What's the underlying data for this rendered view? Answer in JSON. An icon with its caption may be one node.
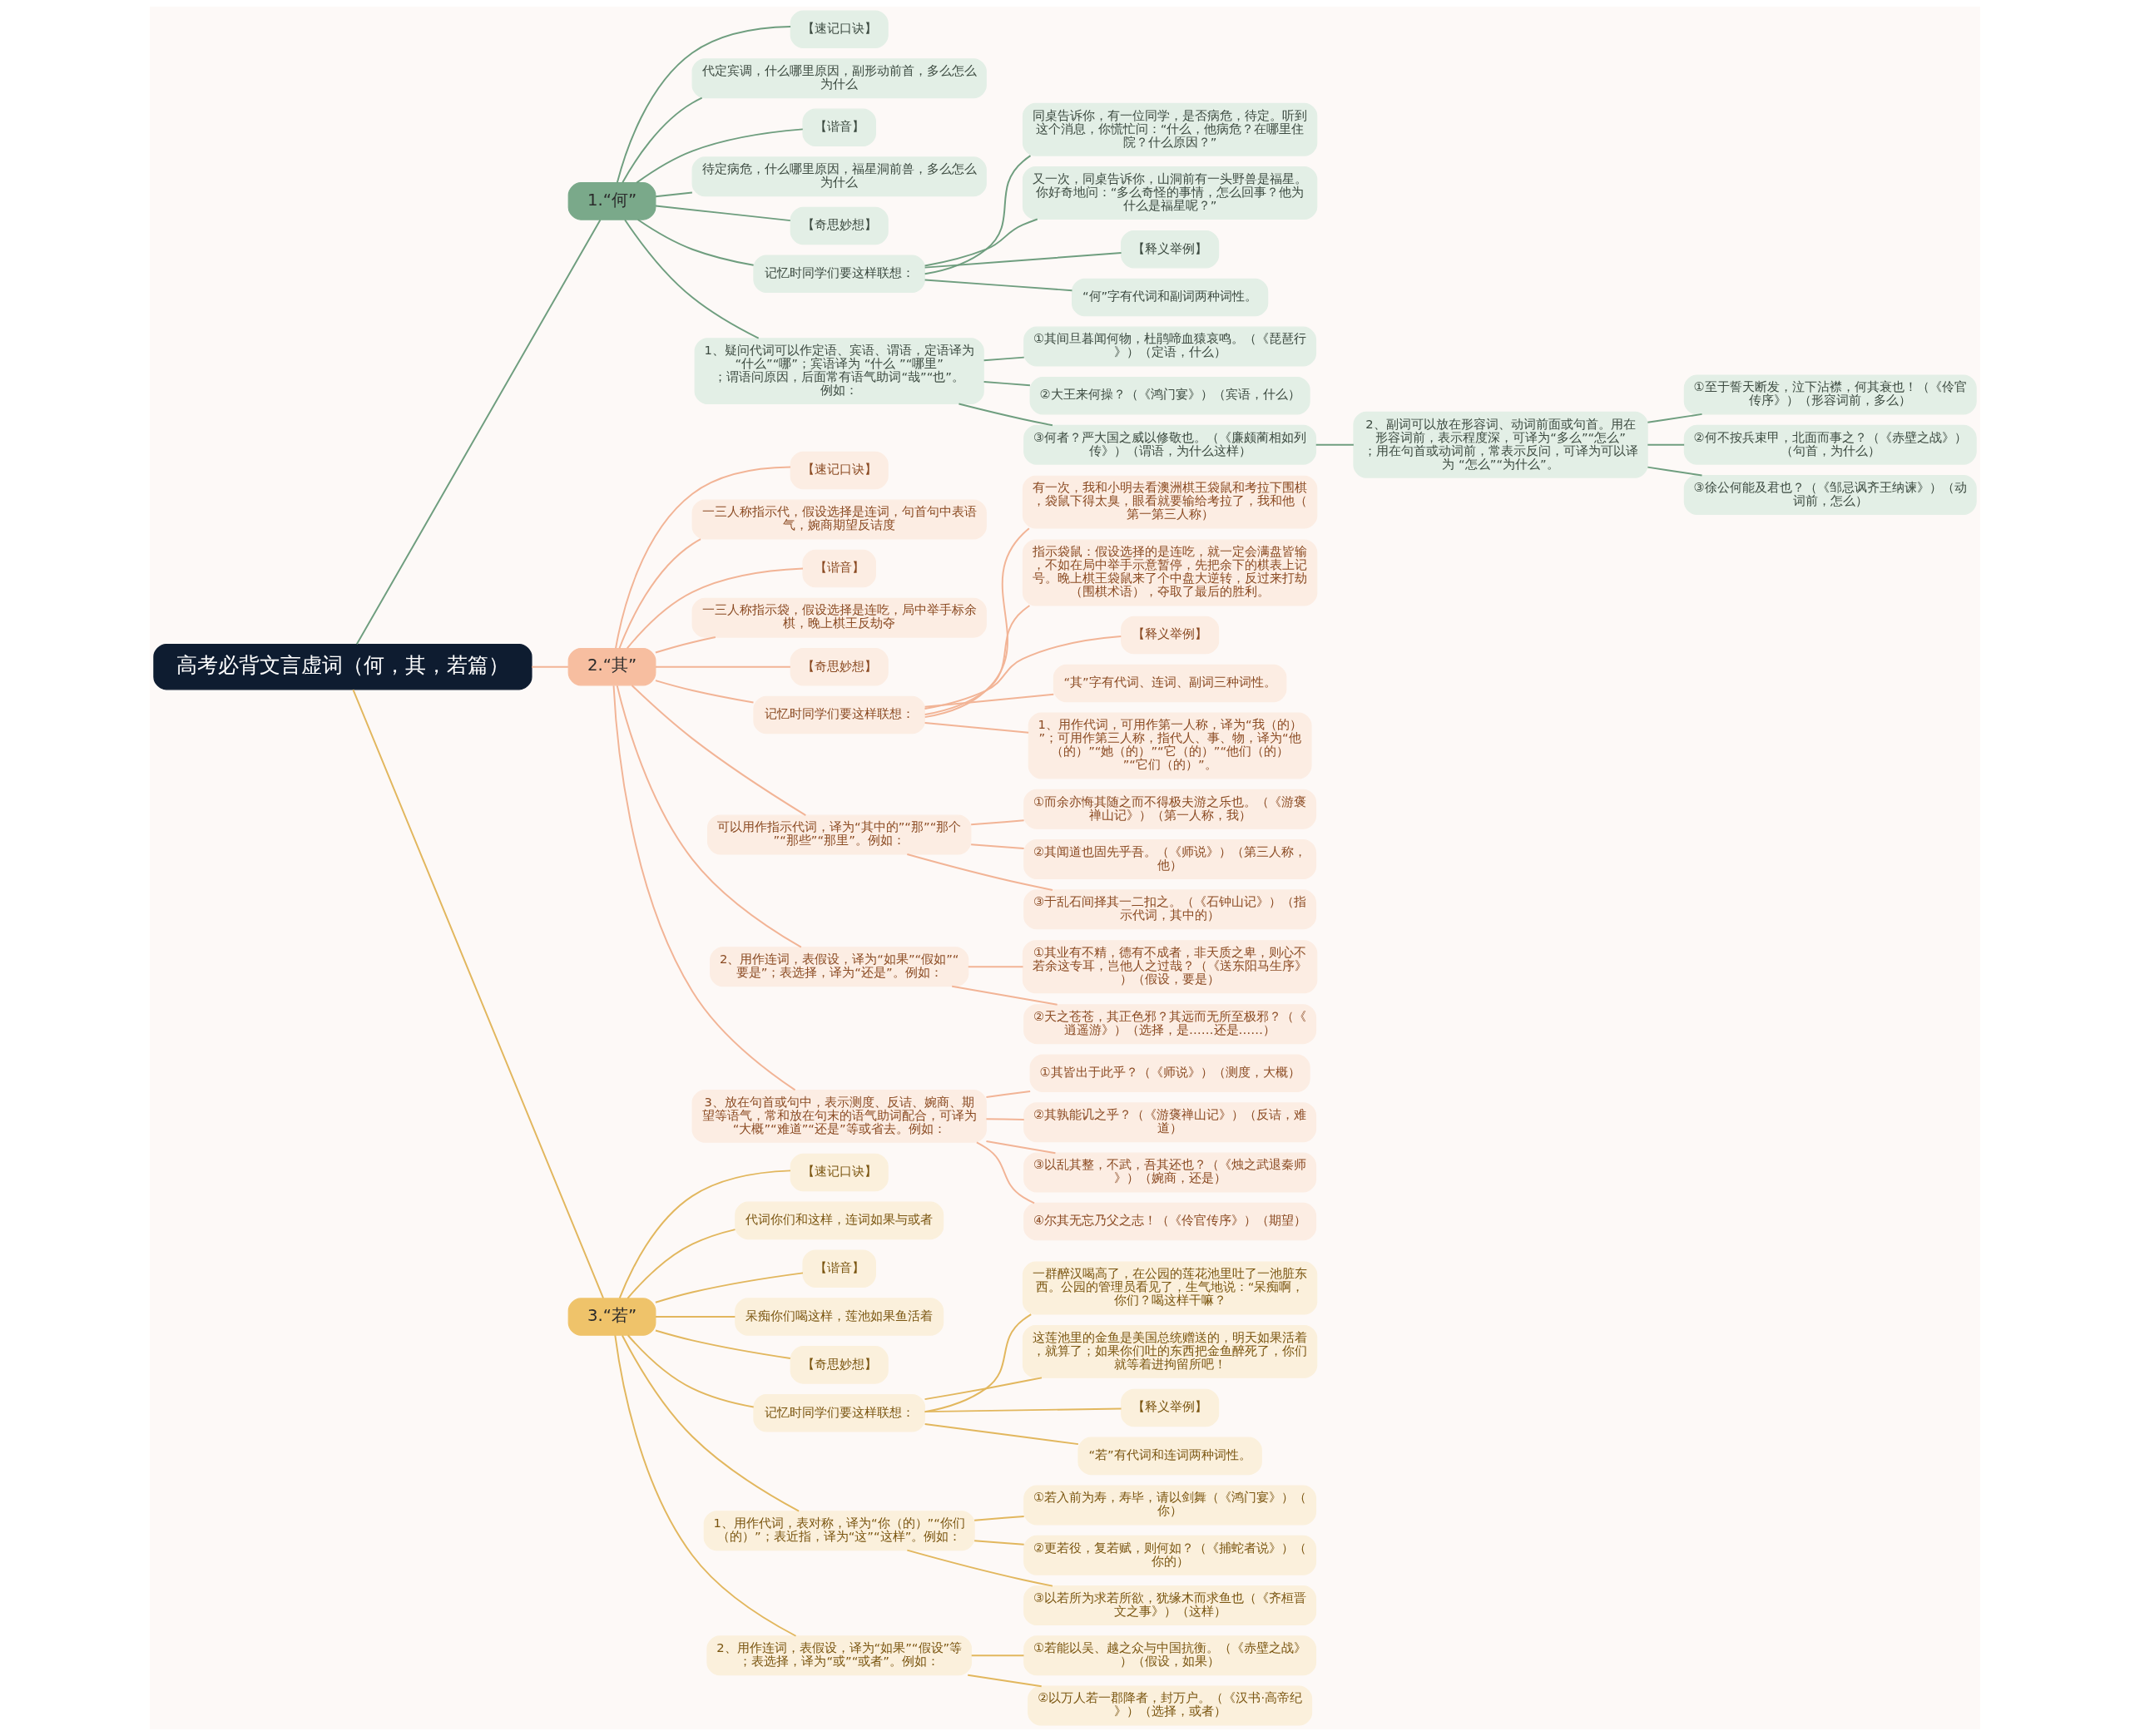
{
  "diagram": {
    "nodes": [
      {
        "text": [
          "高考必背文言虚词（何，其，若篇）"
        ]
      },
      {
        "text": [
          "1.“何”"
        ]
      },
      {
        "text": [
          "【速记口诀】"
        ]
      },
      {
        "text": [
          "代定宾调，什么哪里原因，副形动前首，多么怎么为什么"
        ]
      },
      {
        "text": [
          "【谐音】"
        ]
      },
      {
        "text": [
          "待定病危，什么哪里原因，福星洞前兽，多么怎么为什么"
        ]
      },
      {
        "text": [
          "【奇思妙想】"
        ]
      },
      {
        "text": [
          "记忆时同学们要这样联想："
        ]
      },
      {
        "text": [
          "同桌告诉你，有一位同学，是否病危，待定。听到这个消息，你慌忙问：“什么，他病危？在哪里住院？什么原因？”"
        ]
      },
      {
        "text": [
          "又一次，同桌告诉你，山洞前有一头野兽是福星。你好奇地问：“多么奇怪的事情，怎么回事？他为什么是福星呢？”"
        ]
      },
      {
        "text": [
          "【释义举例】"
        ]
      },
      {
        "text": [
          "“何”字有代词和副词两种词性。"
        ]
      },
      {
        "text": [
          "1、疑问代词可以作定语、宾语、谓语，定语译为“什么”“哪”；宾语译为 “什么 ”“哪里”；谓语问原因，后面常有语气助词“哉”“也”。例如："
        ]
      },
      {
        "text": [
          "①其间旦暮闻何物，杜鹃啼血猿哀鸣。（《琵琶行》）（定语，什么）"
        ]
      },
      {
        "text": [
          "②大王来何操？（《鸿门宴》）（宾语，什么）"
        ]
      },
      {
        "text": [
          "③何者？严大国之威以修敬也。（《廉颇蔺相如列传》）（谓语，为什么这样）"
        ]
      },
      {
        "text": [
          "2、副词可以放在形容词、动词前面或句首。用在形容词前，表示程度深，可译为“多么”“怎么”；用在句首或动词前，常表示反问，可译为可以译为 “怎么”“为什么”。"
        ]
      },
      {
        "text": [
          "①至于誓天断发，泣下沾襟，何其衰也！（《伶官传序》）（形容词前，多么）"
        ]
      },
      {
        "text": [
          "②何不按兵束甲，北面而事之？（《赤壁之战》）（句首，为什么）"
        ]
      },
      {
        "text": [
          "③徐公何能及君也？（《邹忌讽齐王纳谏》）（动词前，怎么）"
        ]
      },
      {
        "text": [
          "2.“其”"
        ]
      },
      {
        "text": [
          "【速记口诀】"
        ]
      },
      {
        "text": [
          "一三人称指示代，假设选择是连词，句首句中表语气，婉商期望反诘度"
        ]
      },
      {
        "text": [
          "【谐音】"
        ]
      },
      {
        "text": [
          "一三人称指示袋，假设选择是连吃，局中举手标余棋，晚上棋王反劫夺"
        ]
      },
      {
        "text": [
          "【奇思妙想】"
        ]
      },
      {
        "text": [
          "记忆时同学们要这样联想："
        ]
      },
      {
        "text": [
          "有一次，我和小明去看澳洲棋王袋鼠和考拉下围棋，袋鼠下得太臭，眼看就要输给考拉了，我和他（第一第三人称）"
        ]
      },
      {
        "text": [
          "指示袋鼠：假设选择的是连吃，就一定会满盘皆输，不如在局中举手示意暂停，先把余下的棋表上记号。晚上棋王袋鼠来了个中盘大逆转，反过来打劫（围棋术语），夺取了最后的胜利。"
        ]
      },
      {
        "text": [
          "【释义举例】"
        ]
      },
      {
        "text": [
          "“其”字有代词、连词、副词三种词性。"
        ]
      },
      {
        "text": [
          "1、用作代词，可用作第一人称，译为“我（的）”；可用作第三人称，指代人、事、物，译为“他（的）”“她（的）”“它（的）”“他们（的）”“它们（的）”。"
        ]
      },
      {
        "text": [
          "可以用作指示代词，译为“其中的”“那”“那个”“那些”“那里”。例如："
        ]
      },
      {
        "text": [
          "①而余亦悔其随之而不得极夫游之乐也。（《游褒禅山记》）（第一人称，我）"
        ]
      },
      {
        "text": [
          "②其闻道也固先乎吾。（《师说》）（第三人称，他）"
        ]
      },
      {
        "text": [
          "③于乱石间择其一二扣之。（《石钟山记》）（指示代词，其中的）"
        ]
      },
      {
        "text": [
          "2、用作连词，表假设，译为“如果”“假如”“要是”；表选择，译为“还是”。例如："
        ]
      },
      {
        "text": [
          "①其业有不精，德有不成者，非天质之卑，则心不若余这专耳，岂他人之过哉？（《送东阳马生序》）（假设，要是）"
        ]
      },
      {
        "text": [
          "②天之苍苍，其正色邪？其远而无所至极邪？（《逍遥游》）（选择，是……还是……）"
        ]
      },
      {
        "text": [
          "3、放在句首或句中，表示测度、反诘、婉商、期望等语气，常和放在句末的语气助词配合，可译为“大概”“难道”“还是”等或省去。例如："
        ]
      },
      {
        "text": [
          "①其皆出于此乎？（《师说》）（测度，大概）"
        ]
      },
      {
        "text": [
          "②其孰能讥之乎？（《游褒禅山记》）（反诘，难道）"
        ]
      },
      {
        "text": [
          "③以乱其整，不武，吾其还也？（《烛之武退秦师》）（婉商，还是）"
        ]
      },
      {
        "text": [
          "④尔其无忘乃父之志！（《伶官传序》）（期望）"
        ]
      },
      {
        "text": [
          "3.“若”"
        ]
      },
      {
        "text": [
          "【速记口诀】"
        ]
      },
      {
        "text": [
          "代词你们和这样，连词如果与或者"
        ]
      },
      {
        "text": [
          "【谐音】"
        ]
      },
      {
        "text": [
          "呆痴你们喝这样，莲池如果鱼活着"
        ]
      },
      {
        "text": [
          "【奇思妙想】"
        ]
      },
      {
        "text": [
          "记忆时同学们要这样联想："
        ]
      },
      {
        "text": [
          "一群醉汉喝高了，在公园的莲花池里吐了一池脏东西。公园的管理员看见了，生气地说：“呆痴啊，你们？喝这样干嘛？"
        ]
      },
      {
        "text": [
          "这莲池里的金鱼是美国总统赠送的，明天如果活着，就算了；如果你们吐的东西把金鱼醉死了，你们就等着进拘留所吧！"
        ]
      },
      {
        "text": [
          "【释义举例】"
        ]
      },
      {
        "text": [
          "“若”有代词和连词两种词性。"
        ]
      },
      {
        "text": [
          "1、用作代词，表对称，译为“你（的）”“你们（的）”；表近指，译为“这”“这样”。例如："
        ]
      },
      {
        "text": [
          "①若入前为寿，寿毕，请以剑舞（《鸿门宴》）（你）"
        ]
      },
      {
        "text": [
          "②更若役，复若赋，则何如？（《捕蛇者说》）（你的）"
        ]
      },
      {
        "text": [
          "③以若所为求若所欲，犹缘木而求鱼也（《齐桓晋文之事》）（这样）"
        ]
      },
      {
        "text": [
          "2、用作连词，表假设，译为“如果”“假设”等；表选择，译为“或”“或者”。例如："
        ]
      },
      {
        "text": [
          "①若能以吴、越之众与中国抗衡。（《赤壁之战》）（假设，如果）"
        ]
      },
      {
        "text": [
          "②以万人若一郡降者，封万户。（《汉书·高帝纪》）（选择，或者）"
        ]
      }
    ],
    "edges": [
      {
        "from": 0,
        "to": 1,
        "arrow": "none",
        "color": "#6f9e7f"
      },
      {
        "from": 1,
        "to": 2,
        "arrow": "none",
        "color": "#6f9e7f"
      },
      {
        "from": 1,
        "to": 3,
        "arrow": "none",
        "color": "#6f9e7f"
      },
      {
        "from": 1,
        "to": 4,
        "arrow": "none",
        "color": "#6f9e7f"
      },
      {
        "from": 1,
        "to": 5,
        "arrow": "none",
        "color": "#6f9e7f"
      },
      {
        "from": 1,
        "to": 6,
        "arrow": "none",
        "color": "#6f9e7f"
      },
      {
        "from": 1,
        "to": 7,
        "arrow": "none",
        "color": "#6f9e7f"
      },
      {
        "from": 7,
        "to": 8,
        "arrow": "none",
        "color": "#6f9e7f"
      },
      {
        "from": 7,
        "to": 9,
        "arrow": "none",
        "color": "#6f9e7f"
      },
      {
        "from": 7,
        "to": 10,
        "arrow": "none",
        "color": "#6f9e7f"
      },
      {
        "from": 7,
        "to": 11,
        "arrow": "none",
        "color": "#6f9e7f"
      },
      {
        "from": 1,
        "to": 12,
        "arrow": "none",
        "color": "#6f9e7f"
      },
      {
        "from": 12,
        "to": 13,
        "arrow": "none",
        "color": "#6f9e7f"
      },
      {
        "from": 12,
        "to": 14,
        "arrow": "none",
        "color": "#6f9e7f"
      },
      {
        "from": 12,
        "to": 15,
        "arrow": "none",
        "color": "#6f9e7f"
      },
      {
        "from": 15,
        "to": 16,
        "arrow": "none",
        "color": "#6f9e7f"
      },
      {
        "from": 16,
        "to": 17,
        "arrow": "none",
        "color": "#6f9e7f"
      },
      {
        "from": 16,
        "to": 18,
        "arrow": "none",
        "color": "#6f9e7f"
      },
      {
        "from": 16,
        "to": 19,
        "arrow": "none",
        "color": "#6f9e7f"
      },
      {
        "from": 0,
        "to": 20,
        "arrow": "none",
        "color": "#f2b496"
      },
      {
        "from": 20,
        "to": 21,
        "arrow": "none",
        "color": "#f2b496"
      },
      {
        "from": 20,
        "to": 22,
        "arrow": "none",
        "color": "#f2b496"
      },
      {
        "from": 20,
        "to": 23,
        "arrow": "none",
        "color": "#f2b496"
      },
      {
        "from": 20,
        "to": 24,
        "arrow": "none",
        "color": "#f2b496"
      },
      {
        "from": 20,
        "to": 25,
        "arrow": "none",
        "color": "#f2b496"
      },
      {
        "from": 20,
        "to": 26,
        "arrow": "none",
        "color": "#f2b496"
      },
      {
        "from": 26,
        "to": 27,
        "arrow": "none",
        "color": "#f2b496"
      },
      {
        "from": 26,
        "to": 28,
        "arrow": "none",
        "color": "#f2b496"
      },
      {
        "from": 26,
        "to": 29,
        "arrow": "none",
        "color": "#f2b496"
      },
      {
        "from": 26,
        "to": 30,
        "arrow": "none",
        "color": "#f2b496"
      },
      {
        "from": 26,
        "to": 31,
        "arrow": "none",
        "color": "#f2b496"
      },
      {
        "from": 20,
        "to": 32,
        "arrow": "none",
        "color": "#f2b496"
      },
      {
        "from": 32,
        "to": 33,
        "arrow": "none",
        "color": "#f2b496"
      },
      {
        "from": 32,
        "to": 34,
        "arrow": "none",
        "color": "#f2b496"
      },
      {
        "from": 32,
        "to": 35,
        "arrow": "none",
        "color": "#f2b496"
      },
      {
        "from": 20,
        "to": 36,
        "arrow": "none",
        "color": "#f2b496"
      },
      {
        "from": 36,
        "to": 37,
        "arrow": "none",
        "color": "#f2b496"
      },
      {
        "from": 36,
        "to": 38,
        "arrow": "none",
        "color": "#f2b496"
      },
      {
        "from": 20,
        "to": 39,
        "arrow": "none",
        "color": "#f2b496"
      },
      {
        "from": 39,
        "to": 40,
        "arrow": "none",
        "color": "#f2b496"
      },
      {
        "from": 39,
        "to": 41,
        "arrow": "none",
        "color": "#f2b496"
      },
      {
        "from": 39,
        "to": 42,
        "arrow": "none",
        "color": "#f2b496"
      },
      {
        "from": 39,
        "to": 43,
        "arrow": "none",
        "color": "#f2b496"
      },
      {
        "from": 0,
        "to": 44,
        "arrow": "none",
        "color": "#e2b75e"
      },
      {
        "from": 44,
        "to": 45,
        "arrow": "none",
        "color": "#e2b75e"
      },
      {
        "from": 44,
        "to": 46,
        "arrow": "none",
        "color": "#e2b75e"
      },
      {
        "from": 44,
        "to": 47,
        "arrow": "none",
        "color": "#e2b75e"
      },
      {
        "from": 44,
        "to": 48,
        "arrow": "none",
        "color": "#e2b75e"
      },
      {
        "from": 44,
        "to": 49,
        "arrow": "none",
        "color": "#e2b75e"
      },
      {
        "from": 44,
        "to": 50,
        "arrow": "none",
        "color": "#e2b75e"
      },
      {
        "from": 50,
        "to": 51,
        "arrow": "none",
        "color": "#e2b75e"
      },
      {
        "from": 50,
        "to": 52,
        "arrow": "none",
        "color": "#e2b75e"
      },
      {
        "from": 50,
        "to": 53,
        "arrow": "none",
        "color": "#e2b75e"
      },
      {
        "from": 50,
        "to": 54,
        "arrow": "none",
        "color": "#e2b75e"
      },
      {
        "from": 44,
        "to": 55,
        "arrow": "none",
        "color": "#e2b75e"
      },
      {
        "from": 55,
        "to": 56,
        "arrow": "none",
        "color": "#e2b75e"
      },
      {
        "from": 55,
        "to": 57,
        "arrow": "none",
        "color": "#e2b75e"
      },
      {
        "from": 55,
        "to": 58,
        "arrow": "none",
        "color": "#e2b75e"
      },
      {
        "from": 44,
        "to": 59,
        "arrow": "none",
        "color": "#e2b75e"
      },
      {
        "from": 59,
        "to": 60,
        "arrow": "none",
        "color": "#e2b75e"
      },
      {
        "from": 59,
        "to": 61,
        "arrow": "none",
        "color": "#e2b75e"
      }
    ]
  }
}
